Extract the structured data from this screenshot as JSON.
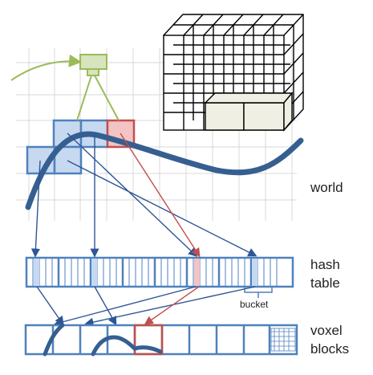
{
  "labels": {
    "world": "world",
    "hash_table_line1": "hash",
    "hash_table_line2": "table",
    "bucket": "bucket",
    "voxel_blocks_line1": "voxel",
    "voxel_blocks_line2": "blocks"
  },
  "colors": {
    "grid": "#d9d9d9",
    "block_fill": "#c6d9f1",
    "block_stroke": "#4f81bd",
    "surface": "#365f91",
    "arrow_blue": "#2e5597",
    "arrow_red": "#c0504d",
    "highlight_fill": "#f2c4c4",
    "camera": "#9bbb59",
    "grid3d_fill": "#efefe4",
    "text": "#222222"
  }
}
